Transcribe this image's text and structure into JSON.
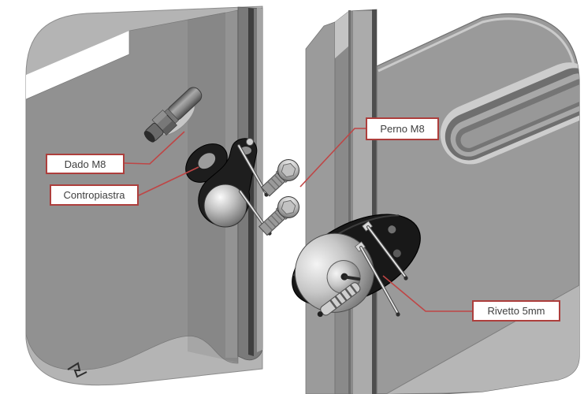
{
  "diagram": {
    "type": "exploded-assembly-instruction",
    "labels": {
      "dado": "Dado M8",
      "contropiastra": "Contropiastra",
      "perno": "Perno M8",
      "rivetto": "Rivetto 5mm"
    },
    "colors": {
      "background": "#ffffff",
      "leader_line": "#bf4545",
      "label_border": "#ad3e3c",
      "label_text": "#3f3f3f",
      "label_background": "#ffffff",
      "panel_light": "#b4b4b4",
      "panel_mid": "#9a9a9a",
      "panel_dark": "#8f8f8f",
      "hardware_black": "#1e1e1e"
    }
  }
}
